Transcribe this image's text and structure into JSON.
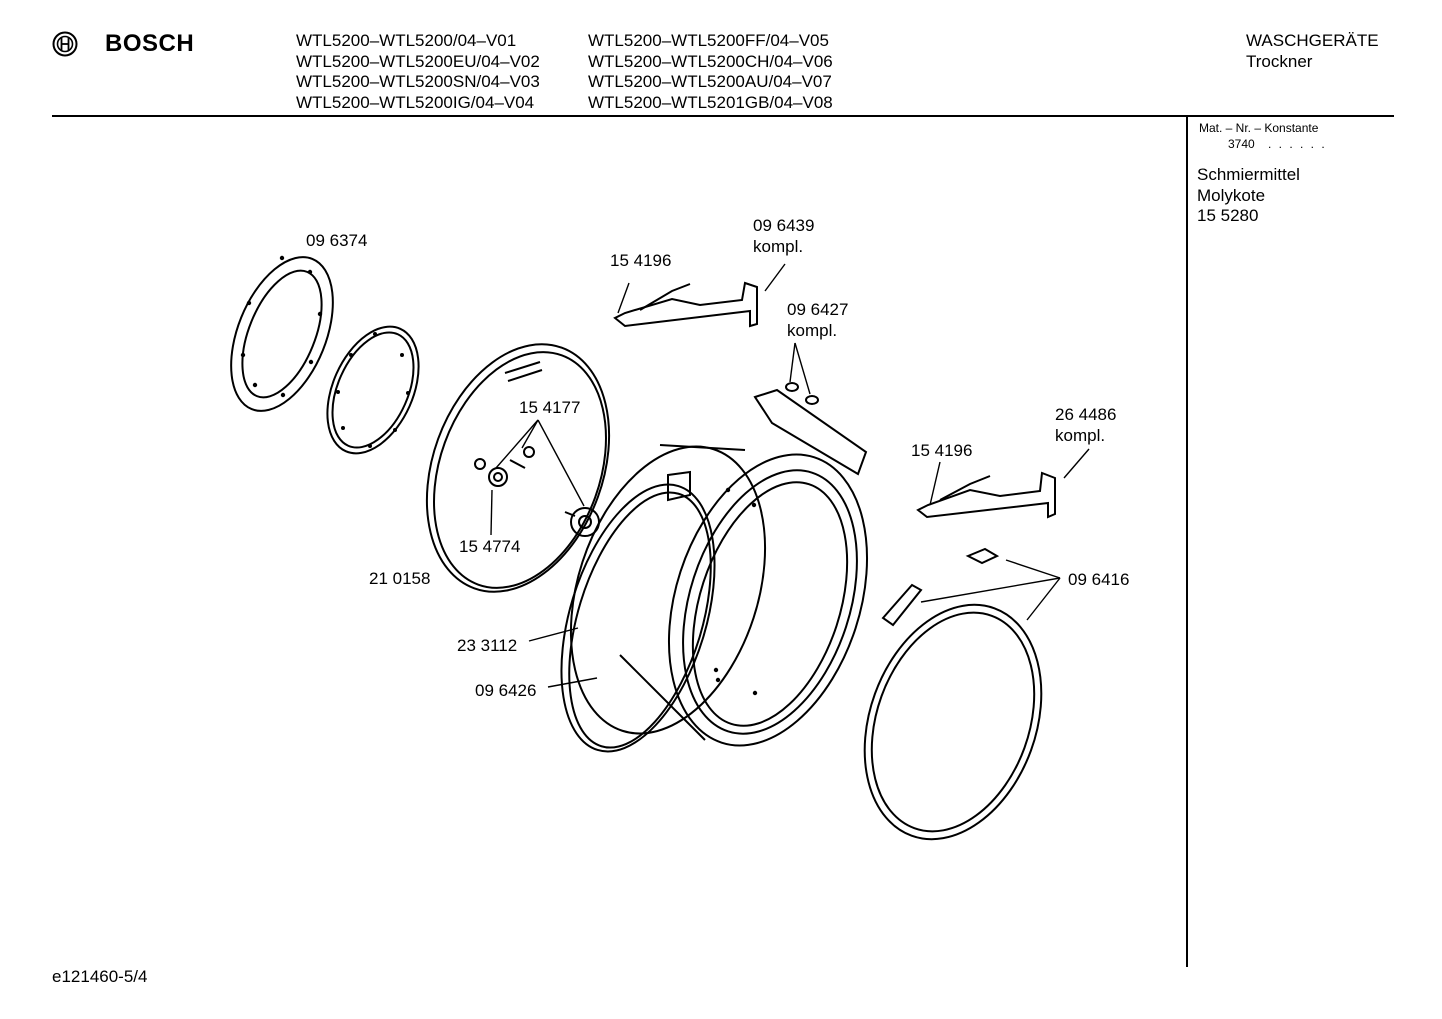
{
  "header": {
    "brand": "BOSCH",
    "models_col1": [
      "WTL5200–WTL5200/04–V01",
      "WTL5200–WTL5200EU/04–V02",
      "WTL5200–WTL5200SN/04–V03",
      "WTL5200–WTL5200IG/04–V04"
    ],
    "models_col2": [
      "WTL5200–WTL5200FF/04–V05",
      "WTL5200–WTL5200CH/04–V06",
      "WTL5200–WTL5200AU/04–V07",
      "WTL5200–WTL5201GB/04–V08"
    ],
    "category": "WASCHGERÄTE",
    "subcategory": "Trockner"
  },
  "sidebar": {
    "mat_label": "Mat. – Nr. – Konstante",
    "mat_value": "3740",
    "mat_dots": ". .  . . . .",
    "lubricant_title": "Schmiermittel",
    "lubricant_name": "Molykote",
    "lubricant_number": "15 5280"
  },
  "parts": {
    "p096374": "09 6374",
    "p154196a": "15 4196",
    "p096439": "09 6439",
    "p096439_note": "kompl.",
    "p096427": "09 6427",
    "p096427_note": "kompl.",
    "p154177": "15 4177",
    "p264486": "26 4486",
    "p264486_note": "kompl.",
    "p154196b": "15 4196",
    "p154774": "15 4774",
    "p210158": "21 0158",
    "p096416": "09 6416",
    "p233112": "23 3112",
    "p096426": "09 6426"
  },
  "footer": {
    "code": "e121460-5/4"
  }
}
